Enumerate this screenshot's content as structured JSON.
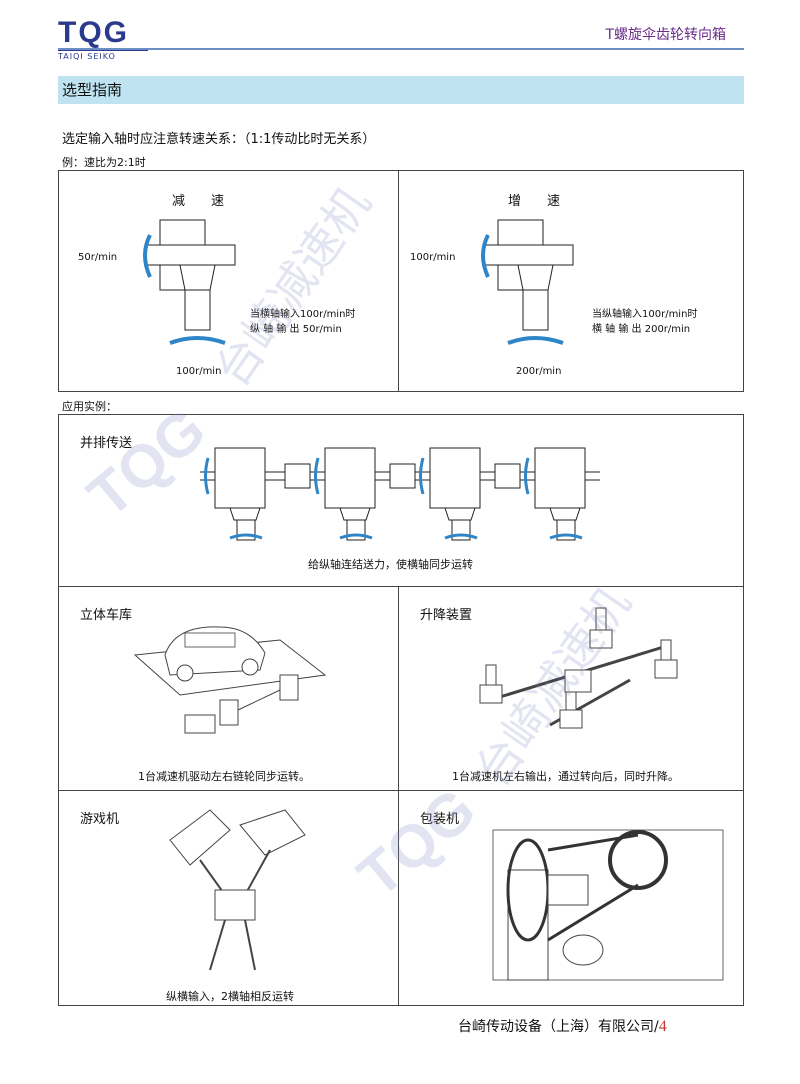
{
  "header": {
    "logo_text": "TQG",
    "logo_sub": "TAIQI SEIKO",
    "doc_title": "T螺旋伞齿轮转向箱"
  },
  "section": {
    "title": "选型指南"
  },
  "intro": {
    "line1": "选定输入轴时应注意转速关系：（1:1传动比时无关系）",
    "example": "例：速比为2:1时"
  },
  "example_panels": [
    {
      "title": "减　　速",
      "input_speed": "50r/min",
      "note1": "当横轴输入100r/min时",
      "note2": "纵 轴 输 出 50r/min",
      "bottom_speed": "100r/min"
    },
    {
      "title": "增　　速",
      "input_speed": "100r/min",
      "note1": "当纵轴输入100r/min时",
      "note2": "横 轴 输 出 200r/min",
      "bottom_speed": "200r/min"
    }
  ],
  "applications": {
    "label": "应用实例：",
    "parallel": {
      "title": "并排传送",
      "caption": "给纵轴连结送力，使横轴同步运转"
    },
    "garage": {
      "title": "立体车库",
      "caption": "1台减速机驱动左右链轮同步运转。"
    },
    "lift": {
      "title": "升降装置",
      "caption": "1台减速机左右输出，通过转向后，同时升降。"
    },
    "game": {
      "title": "游戏机",
      "caption": "纵横输入，2横轴相反运转"
    },
    "packaging": {
      "title": "包装机"
    }
  },
  "watermark": {
    "text": "台崎减速机"
  },
  "footer": {
    "company": "台崎传动设备（上海）有限公司/",
    "page": "4"
  },
  "colors": {
    "accent_bar": "#bfe3f1",
    "title_purple": "#6b2c8a",
    "logo_blue": "#2b3a8c",
    "arrow_blue": "#2e86c9"
  }
}
